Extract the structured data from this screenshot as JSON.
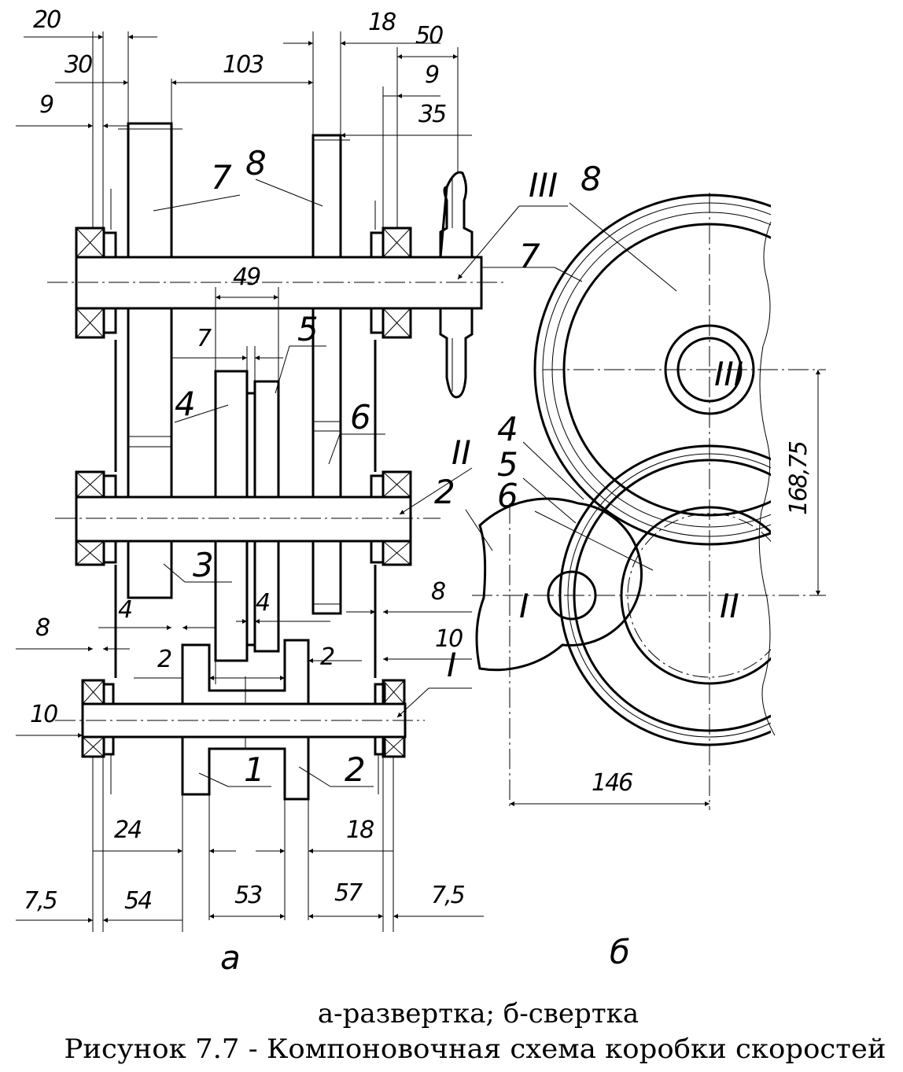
{
  "dimensions": {
    "d20": "20",
    "d30": "30",
    "d103": "103",
    "d9a": "9",
    "d18a": "18",
    "d50": "50",
    "d9b": "9",
    "d35": "35",
    "d49": "49",
    "d7": "7",
    "d8a": "8",
    "d4a": "4",
    "d4b": "4",
    "d2a": "2",
    "d2b": "2",
    "d8b": "8",
    "d10a": "10",
    "d10b": "10",
    "d24": "24",
    "d18b": "18",
    "d7_5a": "7,5",
    "d54": "54",
    "d53": "53",
    "d57": "57",
    "d7_5b": "7,5",
    "d168": "168,75",
    "d146": "146"
  },
  "positions": {
    "p1": "1",
    "p2a": "2",
    "p3": "3",
    "p4a": "4",
    "p5a": "5",
    "p6a": "6",
    "p7a": "7",
    "p8a": "8",
    "p7b": "7",
    "p2b": "2",
    "p4b": "4",
    "p5b": "5",
    "p6b": "6",
    "p8b": "8"
  },
  "shafts": {
    "s1": "I",
    "s2": "II",
    "s3": "III",
    "s1b": "I",
    "s2b": "II",
    "s3b": "III"
  },
  "views": {
    "a": "а",
    "b": "б"
  },
  "caption": {
    "line1": "а-развертка; б-свертка",
    "line2": "Рисунок 7.7 - Компоновочная схема коробки скоростей"
  }
}
